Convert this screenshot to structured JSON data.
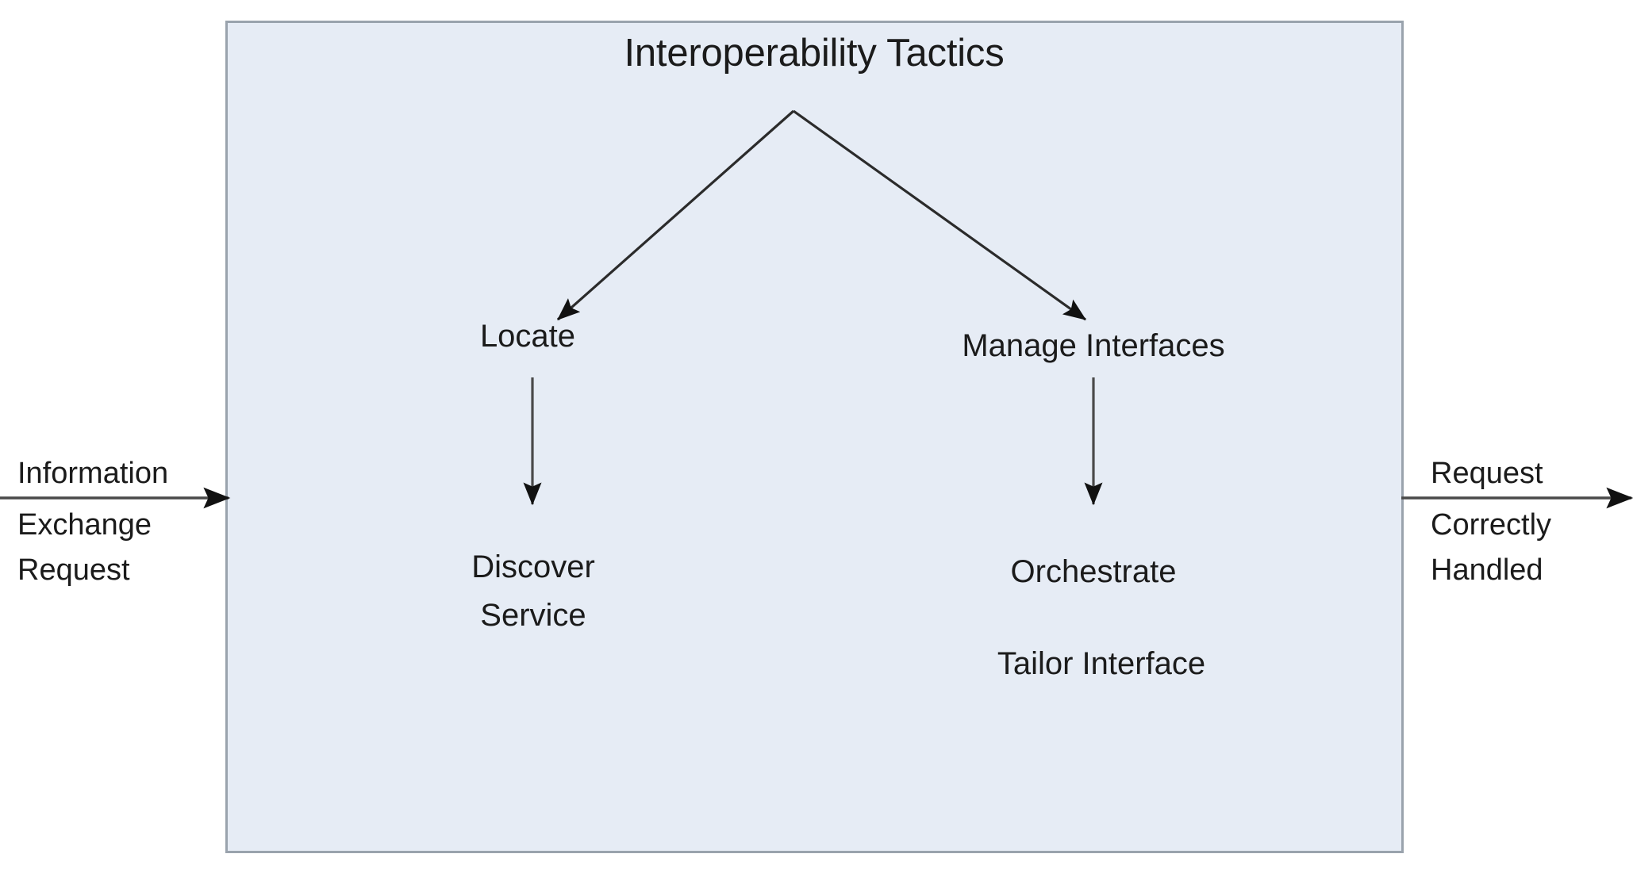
{
  "diagram": {
    "title": "Interoperability Tactics",
    "container": {
      "fill_color": "#e6ecf5",
      "border_color": "#9aa3ad"
    },
    "stroke_color": "#2b2b2b",
    "text_color": "#1b1b1b",
    "input_stimulus": {
      "label_lines": [
        "Information",
        "Exchange",
        "Request"
      ],
      "arrow": "input-arrow"
    },
    "output_response": {
      "label_lines": [
        "Request",
        "Correctly",
        "Handled"
      ],
      "arrow": "output-arrow"
    },
    "branches": [
      {
        "name": "locate",
        "category": "Locate",
        "tactics": [
          "Discover",
          "Service"
        ]
      },
      {
        "name": "manage-interfaces",
        "category": "Manage Interfaces",
        "tactics": [
          "Orchestrate",
          "Tailor Interface"
        ]
      }
    ],
    "nodes": {
      "locate_label": "Locate",
      "manage_interfaces_label": "Manage Interfaces",
      "discover_line1": "Discover",
      "discover_line2": "Service",
      "orchestrate_label": "Orchestrate",
      "tailor_interface_label": "Tailor Interface"
    },
    "input_line1": "Information",
    "input_line2": "Exchange",
    "input_line3": "Request",
    "output_line1": "Request",
    "output_line2": "Correctly",
    "output_line3": "Handled"
  }
}
